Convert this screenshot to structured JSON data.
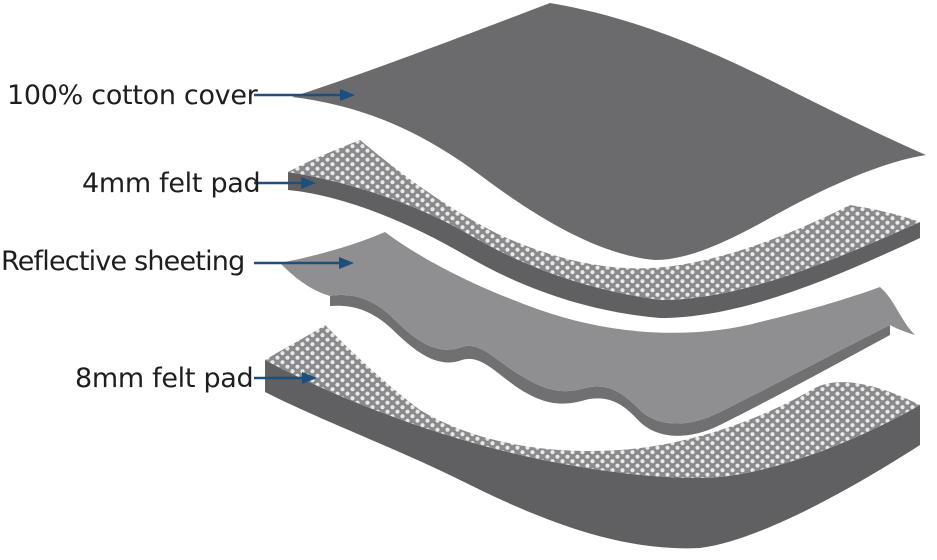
{
  "layers": [
    {
      "id": "cotton-cover",
      "label": "100% cotton cover"
    },
    {
      "id": "felt-pad-4mm",
      "label": "4mm felt pad"
    },
    {
      "id": "reflective-sheeting",
      "label": "Reflective sheeting"
    },
    {
      "id": "felt-pad-8mm",
      "label": "8mm felt pad"
    }
  ],
  "colors": {
    "cover": "#6b6b6d",
    "felt_face": "#8a8a8c",
    "felt_dots": "#e9e9ea",
    "felt_edge": "#606062",
    "reflective": "#8f8f91",
    "arrow": "#1c4f7c",
    "text": "#1e1e1e"
  }
}
